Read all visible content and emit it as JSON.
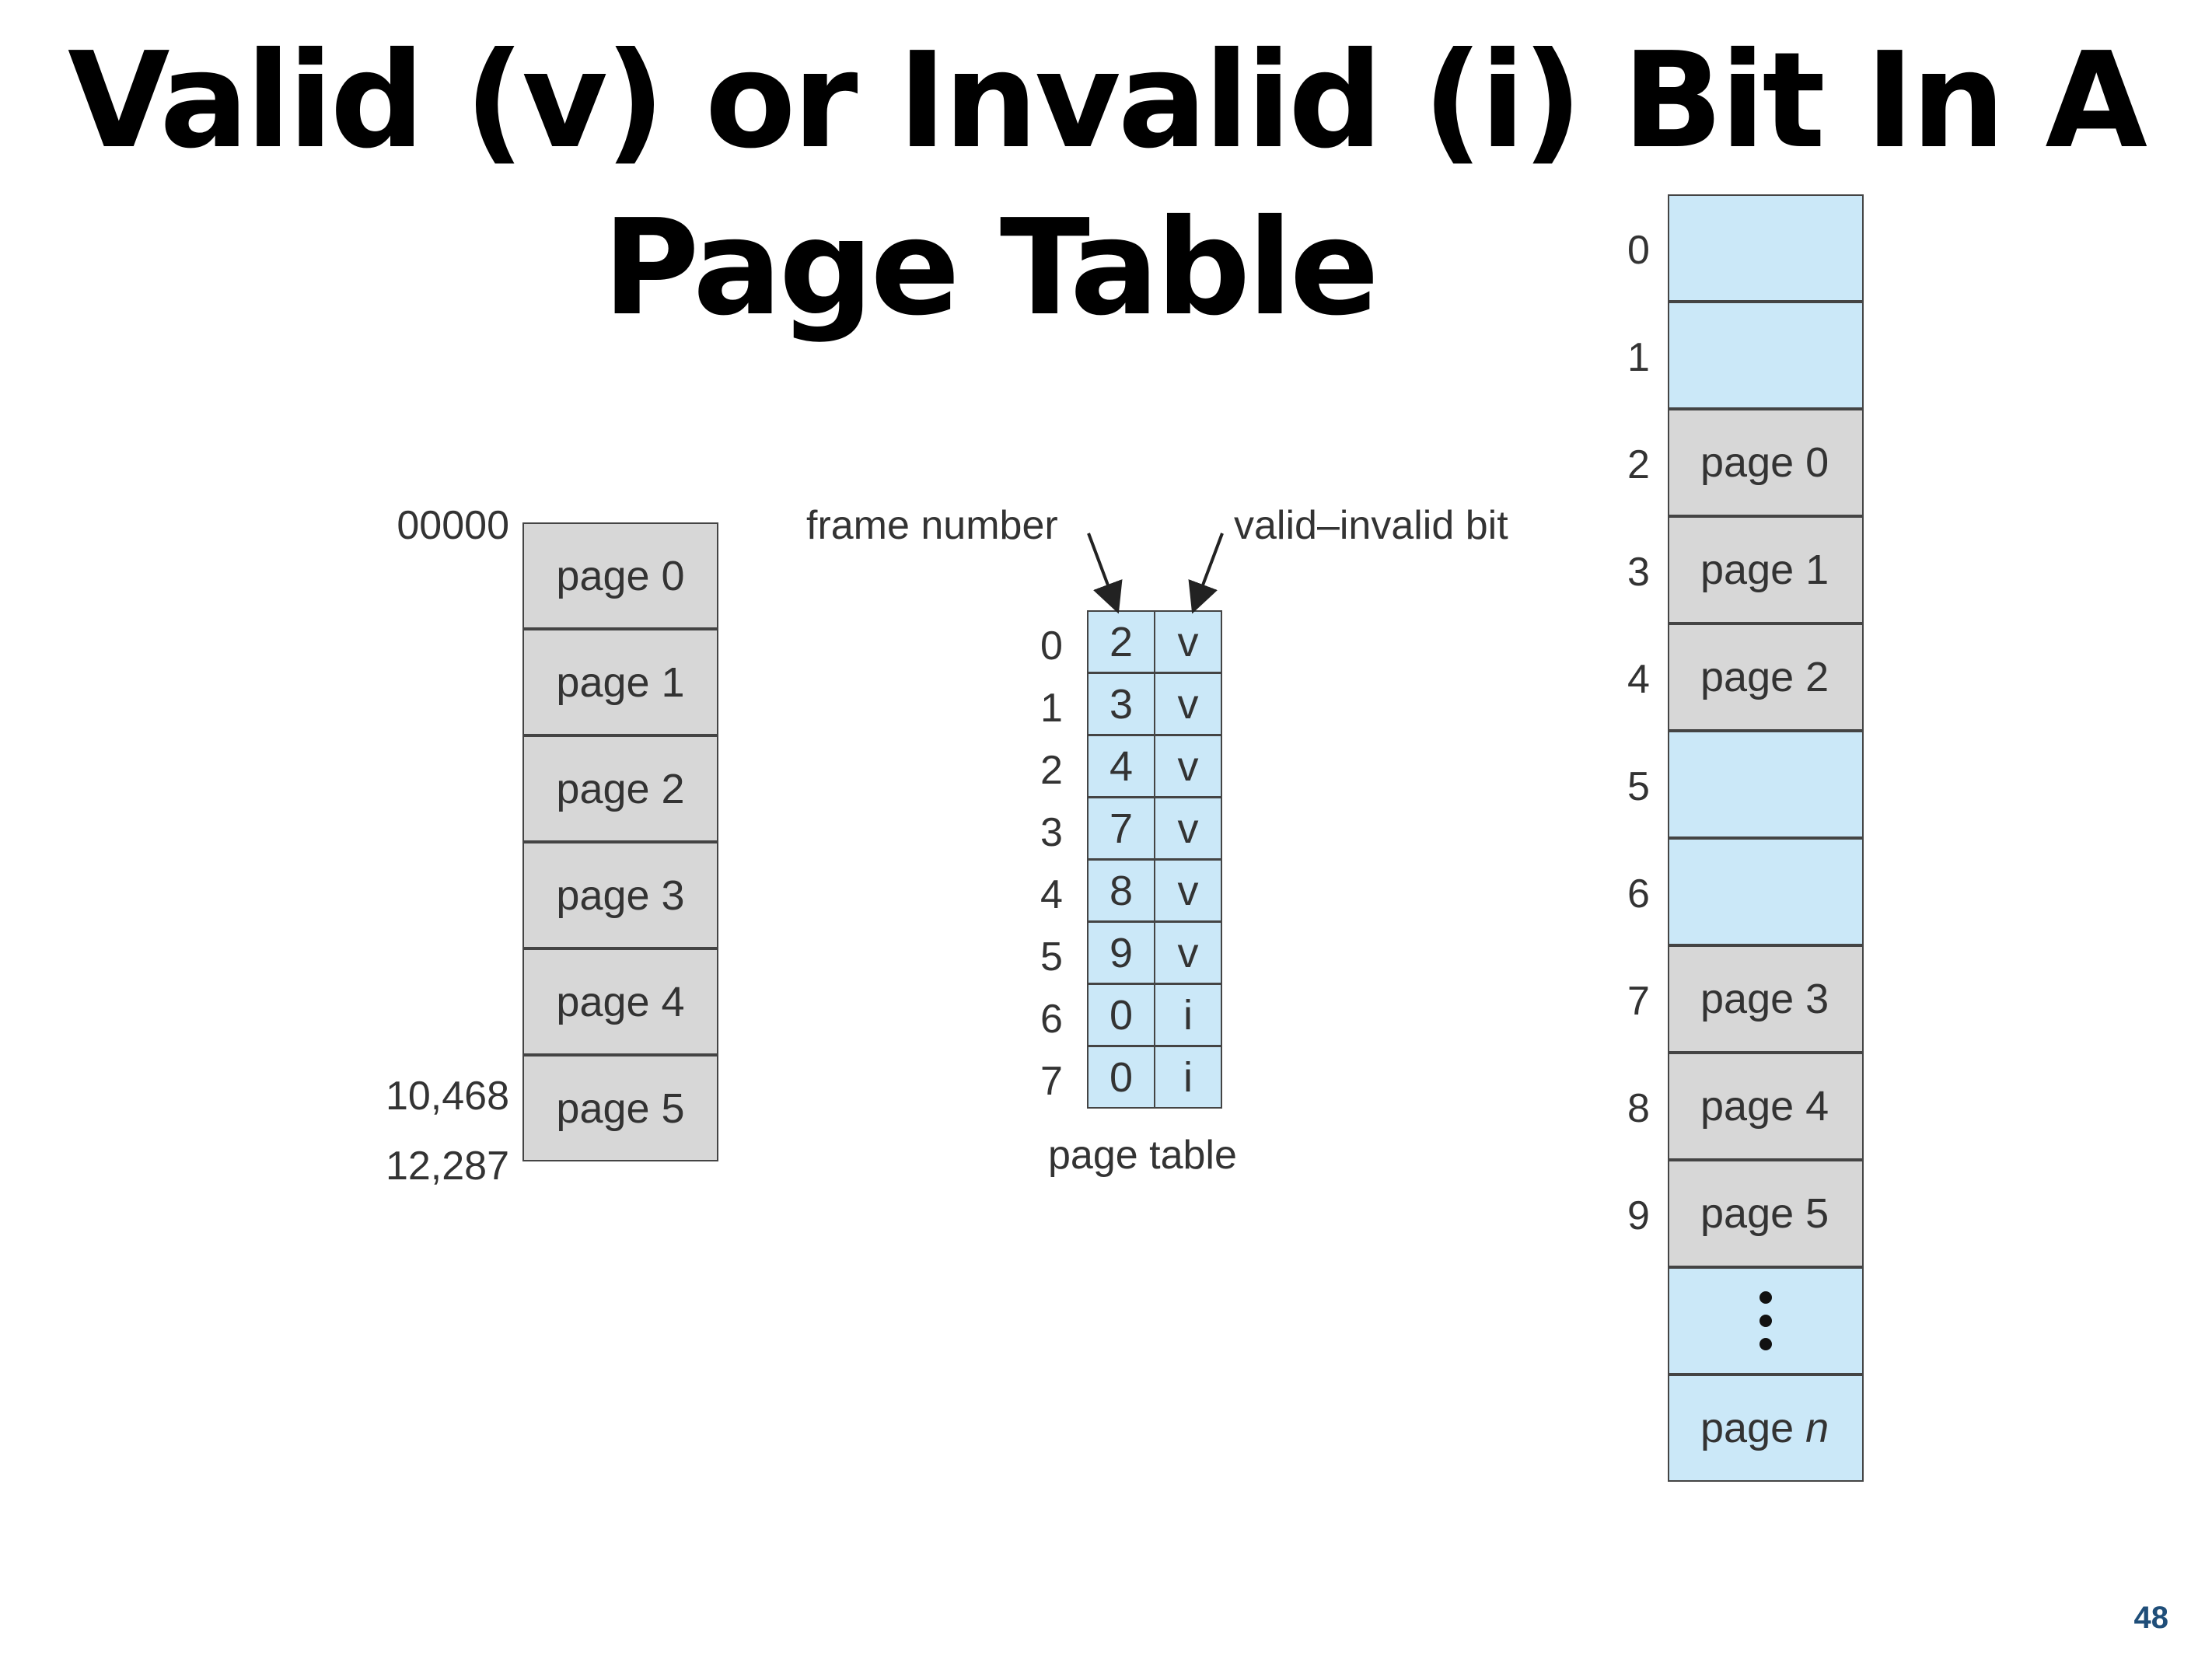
{
  "title": {
    "line1": "Valid (v) or Invalid (i) Bit In A",
    "line2": "Page Table"
  },
  "logical_memory": {
    "pages": [
      "page 0",
      "page 1",
      "page 2",
      "page 3",
      "page 4",
      "page 5"
    ],
    "addresses": [
      "00000",
      "10,468",
      "12,287"
    ]
  },
  "page_table": {
    "frame_number_label": "frame number",
    "valid_invalid_label": "valid–invalid bit",
    "caption": "page table",
    "rows": [
      {
        "index": "0",
        "frame": "2",
        "bit": "v"
      },
      {
        "index": "1",
        "frame": "3",
        "bit": "v"
      },
      {
        "index": "2",
        "frame": "4",
        "bit": "v"
      },
      {
        "index": "3",
        "frame": "7",
        "bit": "v"
      },
      {
        "index": "4",
        "frame": "8",
        "bit": "v"
      },
      {
        "index": "5",
        "frame": "9",
        "bit": "v"
      },
      {
        "index": "6",
        "frame": "0",
        "bit": "i"
      },
      {
        "index": "7",
        "frame": "0",
        "bit": "i"
      }
    ]
  },
  "physical_memory": {
    "frames": [
      {
        "index": "0",
        "content": "",
        "occupied": false
      },
      {
        "index": "1",
        "content": "",
        "occupied": false
      },
      {
        "index": "2",
        "content": "page 0",
        "occupied": true
      },
      {
        "index": "3",
        "content": "page 1",
        "occupied": true
      },
      {
        "index": "4",
        "content": "page 2",
        "occupied": true
      },
      {
        "index": "5",
        "content": "",
        "occupied": false
      },
      {
        "index": "6",
        "content": "",
        "occupied": false
      },
      {
        "index": "7",
        "content": "page 3",
        "occupied": true
      },
      {
        "index": "8",
        "content": "page 4",
        "occupied": true
      },
      {
        "index": "9",
        "content": "page 5",
        "occupied": true
      }
    ],
    "last_frame": {
      "prefix": "page ",
      "suffix": "n"
    }
  },
  "slide_number": "48",
  "colors": {
    "occupied": "#d7d7d7",
    "free": "#cbe8f8",
    "page_number": "#1f4e79"
  }
}
